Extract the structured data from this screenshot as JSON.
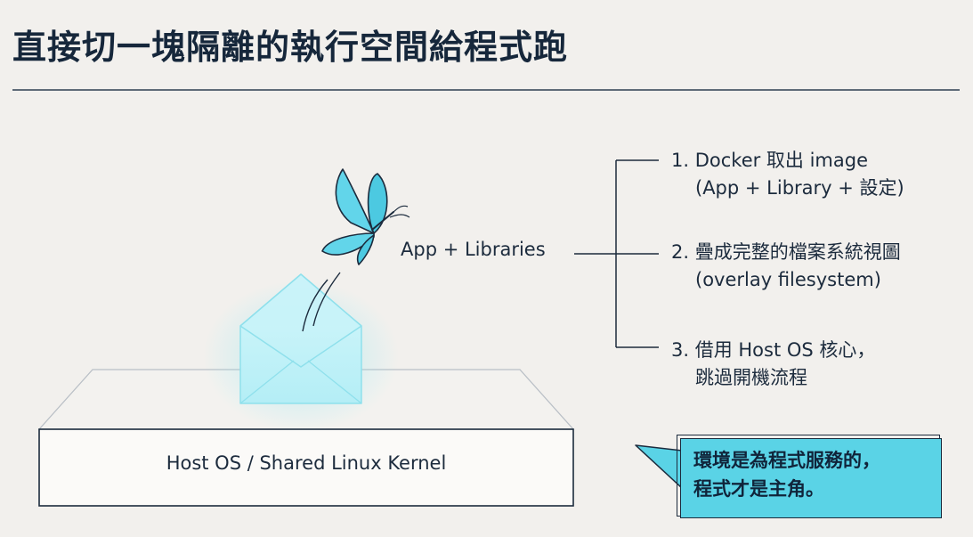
{
  "title": "直接切一塊隔離的執行空間給程式跑",
  "diagram": {
    "kernel_label": "Host OS / Shared Linux Kernel",
    "app_label": "App + Libraries",
    "steps": [
      {
        "line1": "1. Docker 取出 image",
        "line2": "(App + Library + 設定)"
      },
      {
        "line1": "2. 疊成完整的檔案系統視圖",
        "line2": "(overlay filesystem)"
      },
      {
        "line1": "3. 借用 Host OS 核心，",
        "line2": "跳過開機流程"
      }
    ],
    "callout": {
      "line1": "環境是為程式服務的，",
      "line2": "程式才是主角。"
    }
  },
  "colors": {
    "background": "#f2f0ed",
    "accent": "#5ad3e6",
    "ink": "#1c2b3d"
  },
  "icons": [
    "butterfly-icon",
    "envelope-icon"
  ]
}
